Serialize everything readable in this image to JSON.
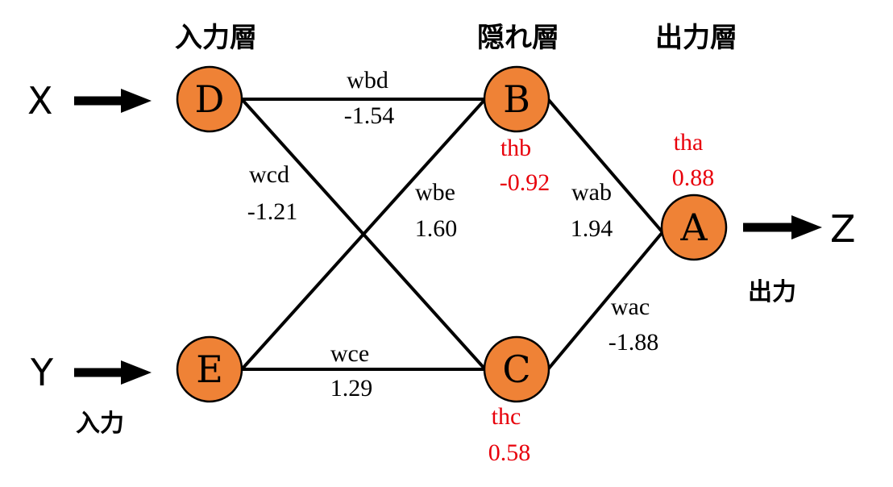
{
  "colors": {
    "node_fill": "#EF8236",
    "threshold_text": "#E8000B",
    "line": "#000000"
  },
  "layer_titles": {
    "input": "入力層",
    "hidden": "隠れ層",
    "output": "出力層"
  },
  "io": {
    "input_x": "X",
    "input_y": "Y",
    "output_z": "Z",
    "input_caption": "入力",
    "output_caption": "出力"
  },
  "nodes": {
    "D": "D",
    "E": "E",
    "B": "B",
    "C": "C",
    "A": "A"
  },
  "weights": {
    "wbd": {
      "name": "wbd",
      "value": "-1.54"
    },
    "wcd": {
      "name": "wcd",
      "value": "-1.21"
    },
    "wbe": {
      "name": "wbe",
      "value": "1.60"
    },
    "wce": {
      "name": "wce",
      "value": "1.29"
    },
    "wab": {
      "name": "wab",
      "value": "1.94"
    },
    "wac": {
      "name": "wac",
      "value": "-1.88"
    }
  },
  "thresholds": {
    "thb": {
      "name": "thb",
      "value": "-0.92"
    },
    "thc": {
      "name": "thc",
      "value": "0.58"
    },
    "tha": {
      "name": "tha",
      "value": "0.88"
    }
  }
}
